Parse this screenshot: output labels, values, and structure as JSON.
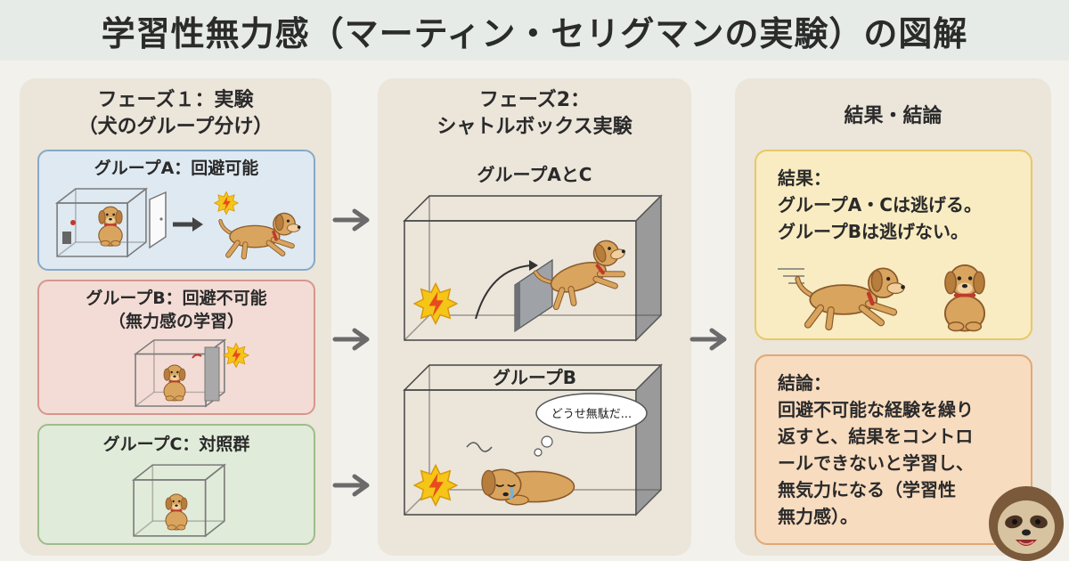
{
  "title": "学習性無力感（マーティン・セリグマンの実験）の図解",
  "phase1": {
    "title_line1": "フェーズ１：実験",
    "title_line2": "（犬のグループ分け）",
    "groupA": {
      "label": "グループA：回避可能"
    },
    "groupB": {
      "label_line1": "グループB：回避不可能",
      "label_line2": "（無力感の学習）"
    },
    "groupC": {
      "label": "グループC：対照群"
    }
  },
  "phase2": {
    "title_line1": "フェーズ2：",
    "title_line2": "シャトルボックス実験",
    "groupAC_label": "グループAとC",
    "groupB_label": "グループB",
    "thought_bubble": "どうせ無駄だ..."
  },
  "phase3": {
    "title": "結果・結論",
    "result": {
      "heading": "結果：",
      "line1": "グループA・Cは逃げる。",
      "line2": "グループBは逃げない。"
    },
    "conclusion": {
      "heading": "結論：",
      "line1": "回避不可能な経験を繰り",
      "line2": "返すと、結果をコントロ",
      "line3": "ールできないと学習し、",
      "line4": "無気力になる（学習性",
      "line5": "無力感）。"
    }
  },
  "colors": {
    "groupA_bg": "#dfe9f1",
    "groupB_bg": "#f3dcd6",
    "groupC_bg": "#e1ebd9",
    "result_bg": "#f9ecc2",
    "conclusion_bg": "#f8dcc0",
    "dog": "#d9a45e",
    "shock": "#f5c518",
    "arrow": "#6b6b6b"
  },
  "icons": [
    "dog-icon",
    "lightning-icon",
    "cage-icon",
    "door-icon",
    "sloth-mascot-icon"
  ]
}
